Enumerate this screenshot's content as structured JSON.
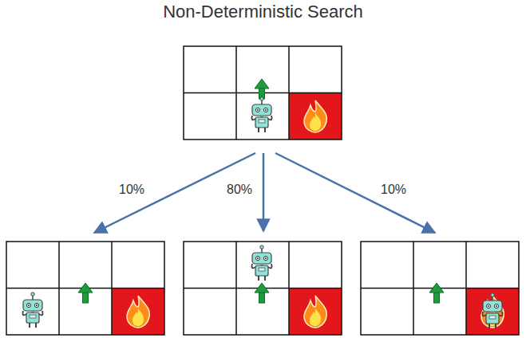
{
  "diagram": {
    "title": "Non-Deterministic Search",
    "labels": [
      "10%",
      "80%",
      "10%"
    ]
  }
}
